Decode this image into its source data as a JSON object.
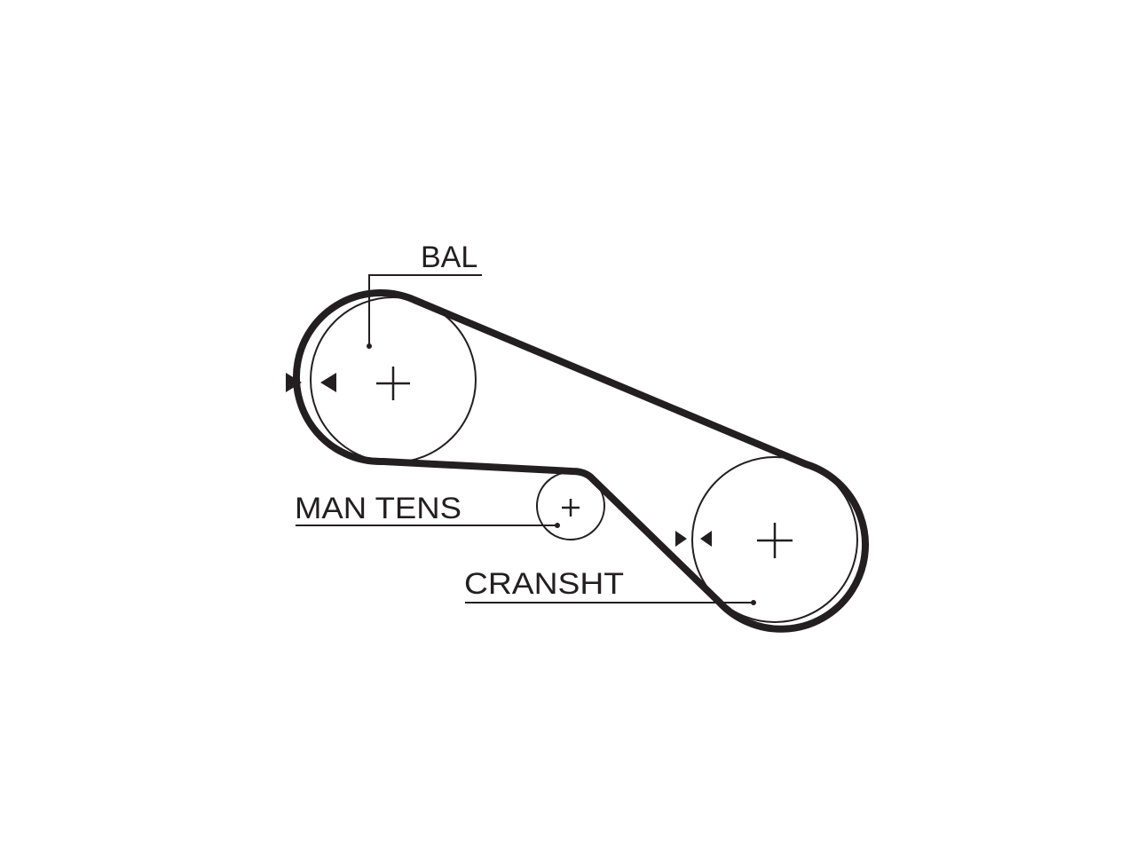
{
  "labels": {
    "balance_shaft": "BAL",
    "manual_tensioner": "MAN TENS",
    "crankshaft": "CRANSHT"
  },
  "colors": {
    "line": "#231f20",
    "background": "#ffffff"
  }
}
